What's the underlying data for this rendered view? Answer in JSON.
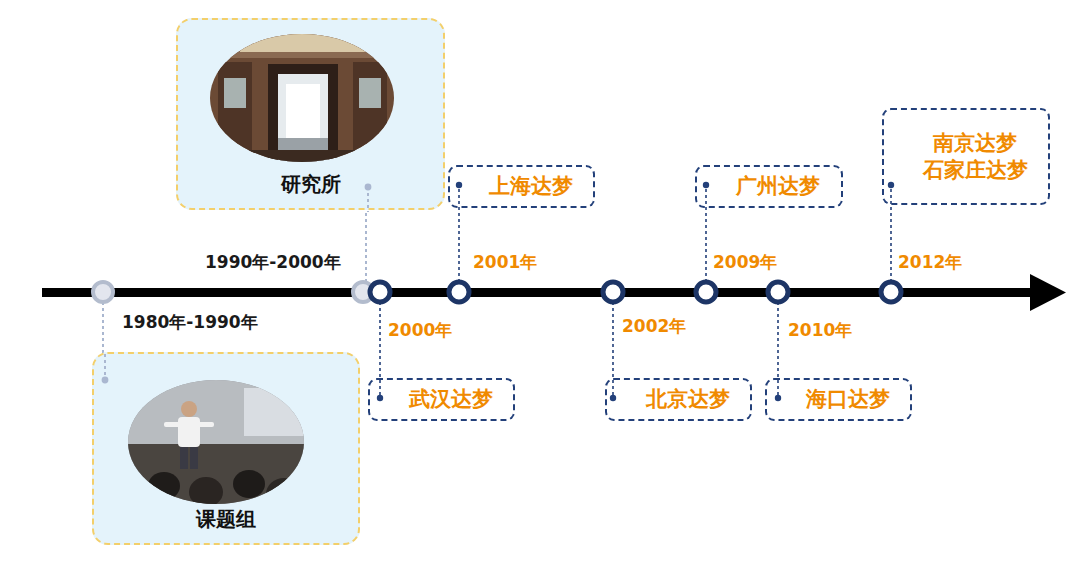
{
  "diagram": {
    "nodes": [
      {
        "text": [
          "课题组"
        ]
      },
      {
        "text": [
          "研究所"
        ]
      },
      {
        "text": [
          "武汉达梦"
        ]
      },
      {
        "text": [
          "上海达梦"
        ]
      },
      {
        "text": [
          "北京达梦"
        ]
      },
      {
        "text": [
          "广州达梦"
        ]
      },
      {
        "text": [
          "海口达梦"
        ]
      },
      {
        "text": [
          "南京达梦",
          "石家庄达梦"
        ]
      }
    ],
    "labels": [
      "1980年-1990年",
      "1990年-2000年",
      "2000年",
      "2001年",
      "2002年",
      "2009年",
      "2010年",
      "2012年"
    ]
  }
}
